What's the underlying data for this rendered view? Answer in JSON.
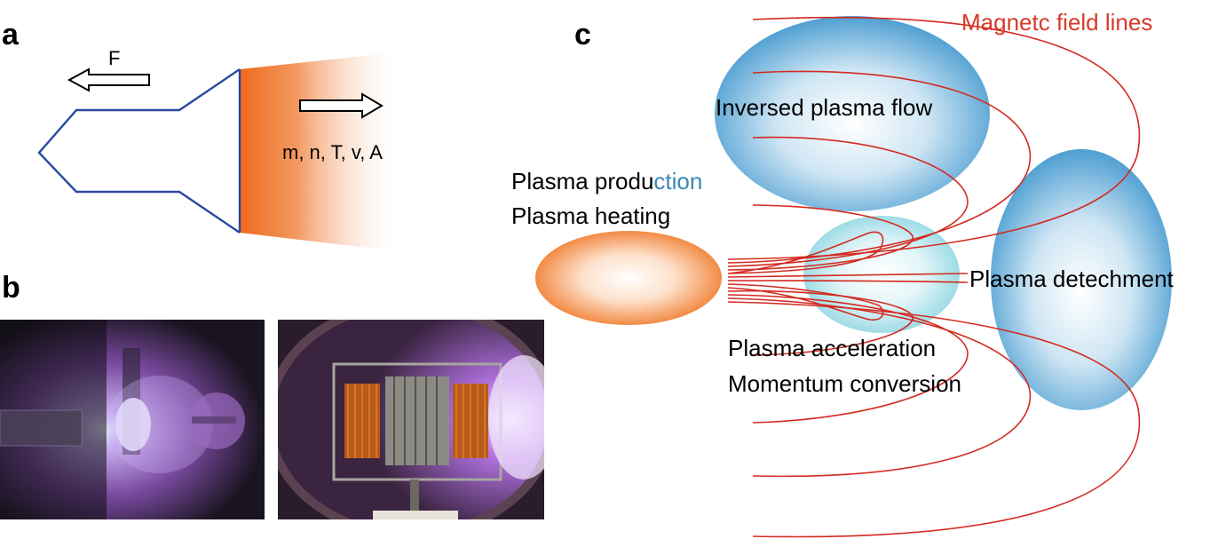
{
  "panels": {
    "a": {
      "label": "a",
      "force_label": "F",
      "params_label": "m, n, T, v, A"
    },
    "b": {
      "label": "b",
      "photo_left": "plasma-plume-photo",
      "photo_right": "thruster-in-chamber-photo"
    },
    "c": {
      "label": "c",
      "field_lines_label": "Magnetc field lines",
      "production_prefix": "Plasma produ",
      "production_suffix": "ction",
      "heating_label": "Plasma heating",
      "inversed_flow_label": "Inversed plasma flow",
      "detachment_label": "Plasma detechment",
      "acceleration_label": "Plasma acceleration",
      "conversion_label": "Momentum conversion"
    }
  },
  "colors": {
    "nozzle_outline": "#2a4aa0",
    "plume_orange": "#ee6a1c",
    "field_line_red": "#d42a20",
    "field_label_red": "#d63a2a",
    "ellipse_blue": "#5aa8d8",
    "ellipse_cyan": "#8ed8e6",
    "production_suffix_blue": "#3a88b8",
    "plasma_purple": "#a060d0"
  }
}
